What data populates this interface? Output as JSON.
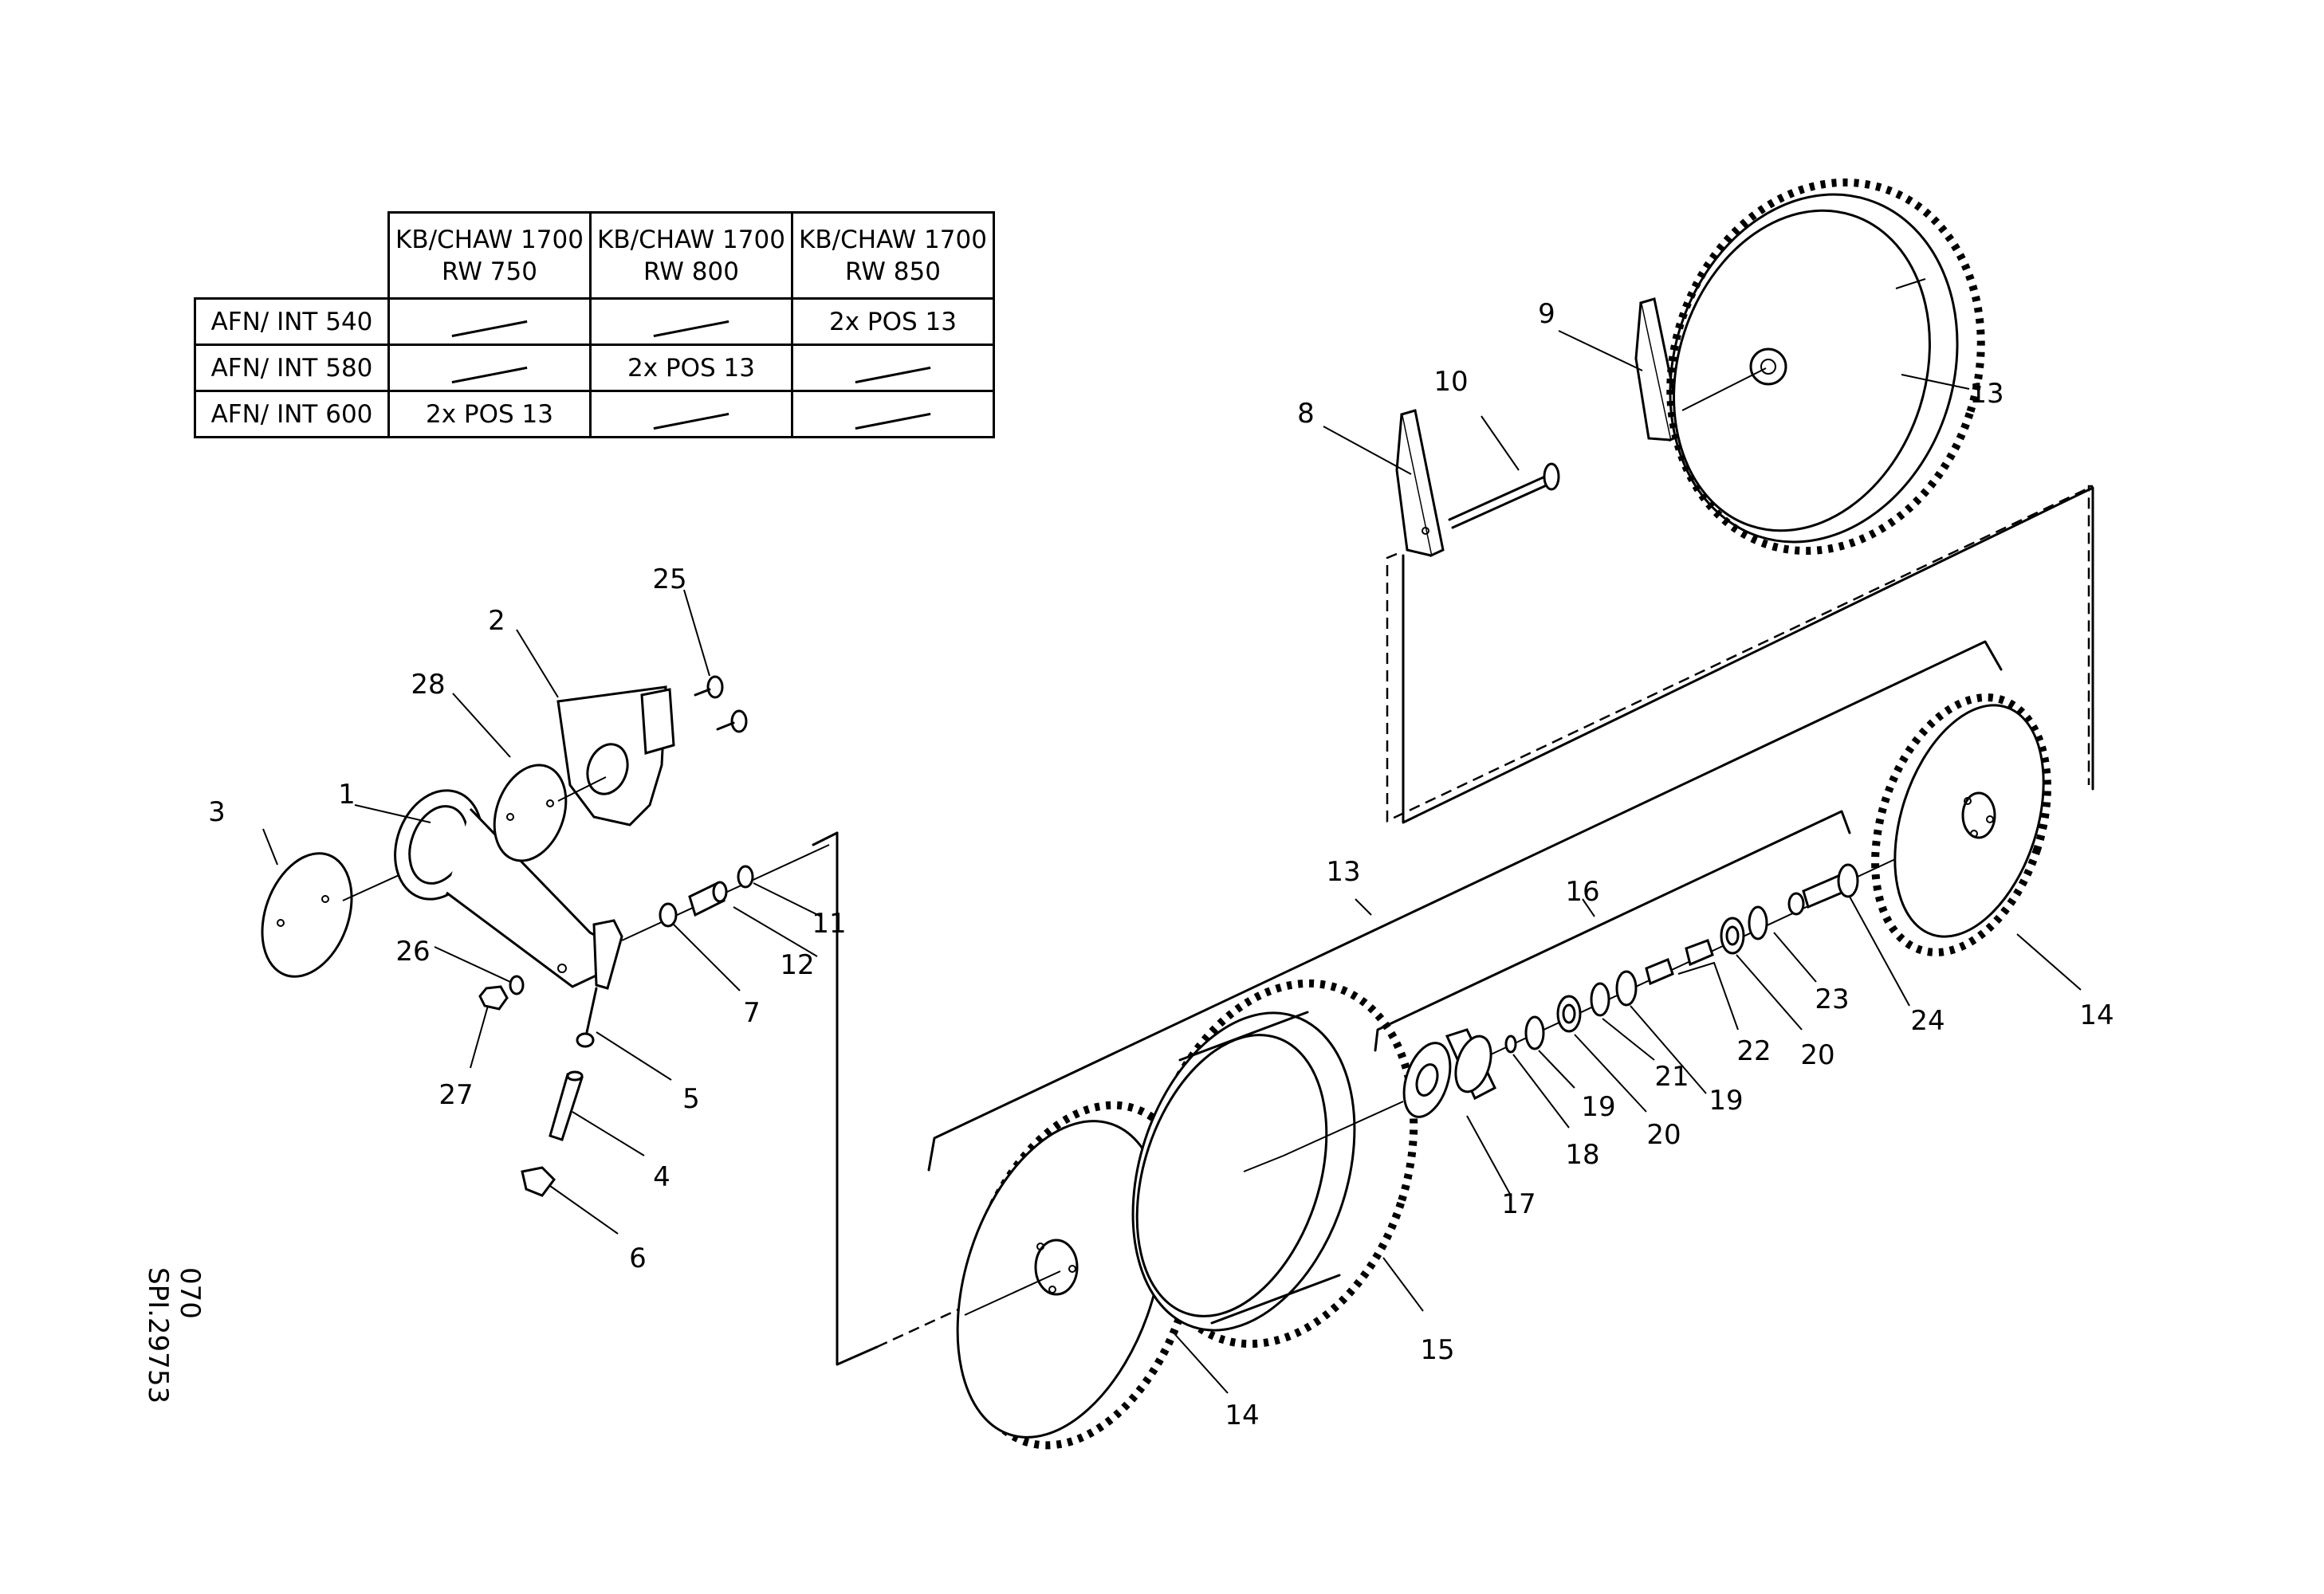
{
  "spec_table": {
    "columns": [
      "KB/CHAW 1700\nRW 750",
      "KB/CHAW 1700\nRW 800",
      "KB/CHAW 1700\nRW 850"
    ],
    "col1": [
      "KB/CHAW 1700",
      "RW 750"
    ],
    "col2": [
      "KB/CHAW 1700",
      "RW 800"
    ],
    "col3": [
      "KB/CHAW 1700",
      "RW 850"
    ],
    "rows": [
      {
        "label": "AFN/ INT 540",
        "cells": [
          "—",
          "—",
          "2x POS 13"
        ]
      },
      {
        "label": "AFN/ INT 580",
        "cells": [
          "—",
          "2x POS 13",
          "—"
        ]
      },
      {
        "label": "AFN/ INT 600",
        "cells": [
          "2x POS 13",
          "—",
          "—"
        ]
      }
    ],
    "r1_label": "AFN/ INT 540",
    "r1_c3": "2x POS 13",
    "r2_label": "AFN/ INT 580",
    "r2_c2": "2x POS 13",
    "r3_label": "AFN/ INT 600",
    "r3_c1": "2x POS 13"
  },
  "doc_ref": {
    "code": "SPI.29753",
    "number": "070"
  },
  "callouts": {
    "p1": "1",
    "p2": "2",
    "p3": "3",
    "p4": "4",
    "p5": "5",
    "p6": "6",
    "p7": "7",
    "p8": "8",
    "p9": "9",
    "p10": "10",
    "p11": "11",
    "p12": "12",
    "p13a": "13",
    "p13b": "13",
    "p14a": "14",
    "p14b": "14",
    "p15": "15",
    "p16": "16",
    "p17": "17",
    "p18": "18",
    "p19a": "19",
    "p19b": "19",
    "p20a": "20",
    "p20b": "20",
    "p21": "21",
    "p22": "22",
    "p23": "23",
    "p24": "24",
    "p25": "25",
    "p26": "26",
    "p27": "27",
    "p28": "28"
  }
}
